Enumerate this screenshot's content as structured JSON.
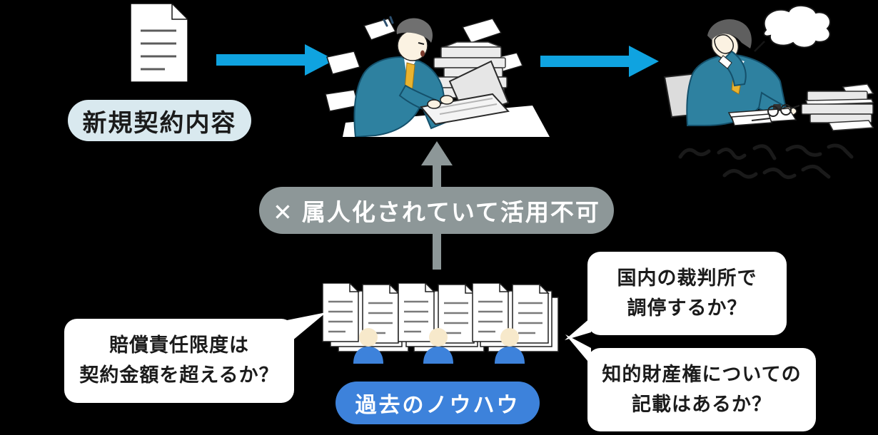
{
  "diagram": {
    "top_flow": {
      "document_label": "新規契約内容",
      "icons": {
        "document": "document-icon",
        "arrow_right": "right-arrow-icon",
        "worker_typing": "overworked-worker-illustration",
        "worker_facepalm": "exhausted-worker-illustration"
      }
    },
    "blocker": {
      "banner_label": "✕ 属人化されていて活用不可",
      "arrow_icon": "up-arrow-icon"
    },
    "knowhow": {
      "pill_label": "過去のノウハウ",
      "document_stack_groups": 3,
      "person_count": 3
    },
    "speech_bubbles": {
      "left": {
        "line1": "賠償責任限度は",
        "line2": "契約金額を超えるか？"
      },
      "top_right": {
        "line1": "国内の裁判所で",
        "line2": "調停するか？"
      },
      "bottom_right": {
        "line1": "知的財産権についての",
        "line2": "記載はあるか？"
      }
    },
    "colors": {
      "background": "#000000",
      "accent_cyan": "#0fa3e0",
      "label_light_blue": "#d9e9ef",
      "banner_gray": "#8d9798",
      "knowhow_blue": "#3d82db",
      "person_skin": "#f7e9cb",
      "suit_teal": "#2e81a0",
      "tie_yellow": "#e9b32f",
      "bubble_white": "#ffffff",
      "text_dark": "#1b1b1b",
      "text_white": "#ffffff"
    }
  }
}
